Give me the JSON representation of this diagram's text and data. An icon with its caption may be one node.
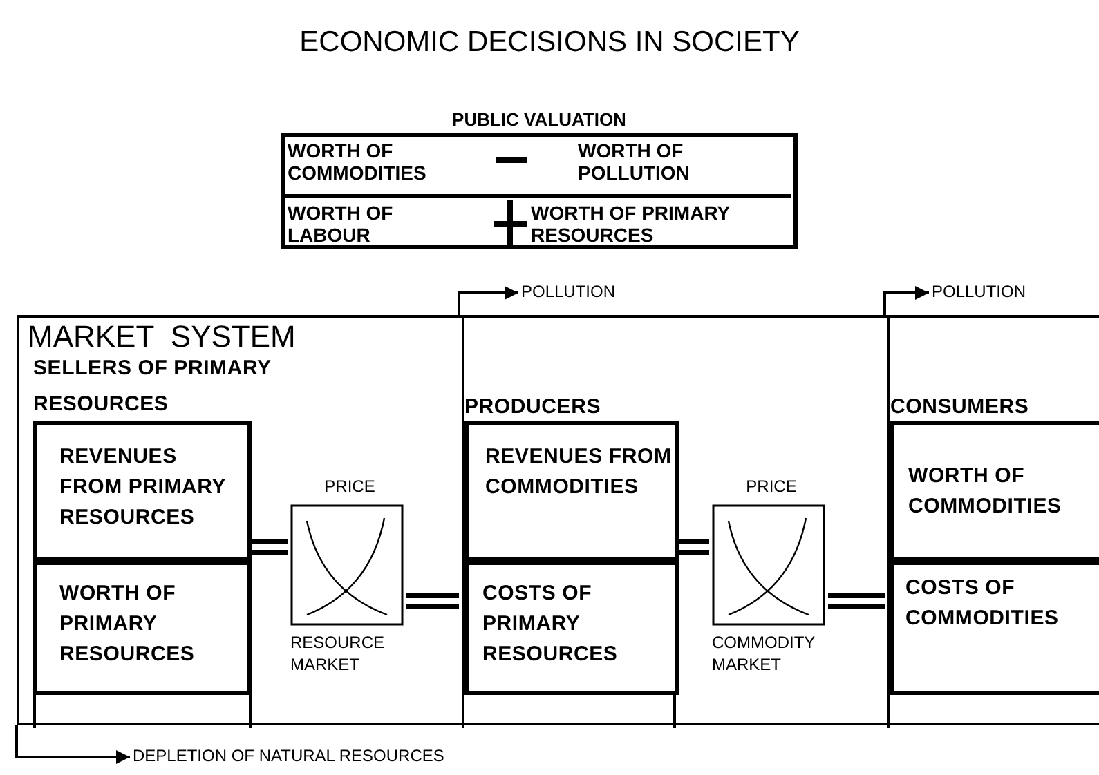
{
  "diagram": {
    "title": "ECONOMIC DECISIONS IN SOCIETY",
    "nodes": [
      {
        "text": [
          "PUBLIC VALUATION"
        ]
      },
      {
        "text": [
          "MARKET SYSTEM"
        ]
      },
      {
        "text": [
          "SELLERS OF PRIMARY RESOURCES"
        ],
        "in": 1
      },
      {
        "text": [
          "REVENUES FROM PRIMARY RESOURCES"
        ],
        "in": 2
      },
      {
        "text": [
          "WORTH OF PRIMARY RESOURCES"
        ],
        "in": 2
      },
      {
        "text": [
          "PRICE",
          "RESOURCE MARKET"
        ],
        "in": 1
      },
      {
        "text": [
          "PRODUCERS"
        ],
        "in": 1
      },
      {
        "text": [
          "REVENUES FROM COMMODITIES"
        ],
        "in": 6
      },
      {
        "text": [
          "COSTS OF PRIMARY RESOURCES"
        ],
        "in": 6
      },
      {
        "text": [
          "PRICE",
          "COMMODITY MARKET"
        ],
        "in": 1
      },
      {
        "text": [
          "CONSUMERS"
        ],
        "in": 1
      },
      {
        "text": [
          "WORTH OF COMMODITIES"
        ],
        "in": 10
      },
      {
        "text": [
          "COSTS OF COMMODITIES"
        ],
        "in": 10
      },
      {
        "text": [
          "POLLUTION"
        ]
      },
      {
        "text": [
          "POLLUTION"
        ]
      },
      {
        "text": [
          "DEPLETION OF NATURAL RESOURCES"
        ]
      }
    ],
    "edges": [
      {
        "from": 6,
        "to": 13,
        "arrow": "to"
      },
      {
        "from": 10,
        "to": 14,
        "arrow": "to"
      },
      {
        "from": 2,
        "to": 15,
        "arrow": "to"
      },
      {
        "from": 3,
        "to": 5,
        "arrow": "none"
      },
      {
        "from": 5,
        "to": 8,
        "arrow": "none"
      },
      {
        "from": 7,
        "to": 9,
        "arrow": "none"
      },
      {
        "from": 9,
        "to": 12,
        "arrow": "none"
      }
    ],
    "labels": [
      "WORTH OF COMMODITIES",
      "WORTH OF POLLUTION",
      "WORTH OF LABOUR",
      "WORTH OF PRIMARY RESOURCES"
    ]
  }
}
